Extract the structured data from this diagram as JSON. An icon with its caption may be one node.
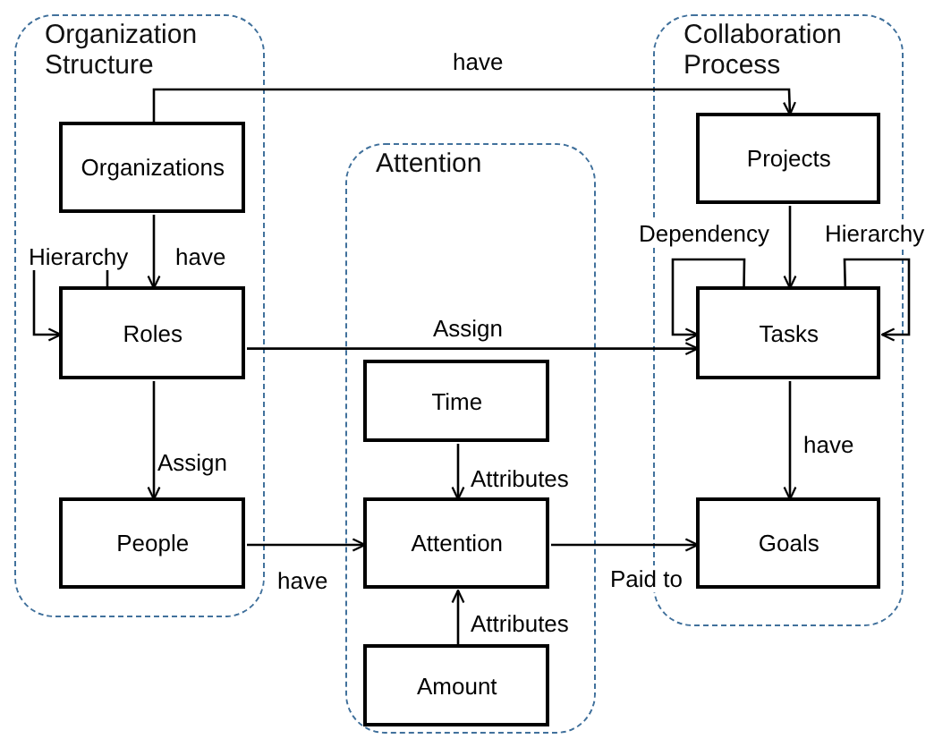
{
  "diagram": {
    "nodes": [
      {
        "text": [
          "Organization Structure"
        ]
      },
      {
        "text": [
          "Organizations"
        ],
        "in": 0
      },
      {
        "text": [
          "Roles"
        ],
        "in": 0
      },
      {
        "text": [
          "People"
        ],
        "in": 0
      },
      {
        "text": [
          "Attention"
        ]
      },
      {
        "text": [
          "Time"
        ],
        "in": 4
      },
      {
        "text": [
          "Attention"
        ],
        "in": 4
      },
      {
        "text": [
          "Amount"
        ],
        "in": 4
      },
      {
        "text": [
          "Collaboration Process"
        ]
      },
      {
        "text": [
          "Projects"
        ],
        "in": 8
      },
      {
        "text": [
          "Tasks"
        ],
        "in": 8
      },
      {
        "text": [
          "Goals"
        ],
        "in": 8
      }
    ],
    "edges": [
      {
        "from": 1,
        "to": 9,
        "label": "have",
        "arrow": "to"
      },
      {
        "from": 1,
        "to": 2,
        "label": "have",
        "arrow": "to"
      },
      {
        "from": 2,
        "to": 2,
        "label": "Hierarchy",
        "arrow": "to"
      },
      {
        "from": 2,
        "to": 10,
        "label": "Assign",
        "arrow": "to"
      },
      {
        "from": 2,
        "to": 3,
        "label": "Assign",
        "arrow": "to"
      },
      {
        "from": 3,
        "to": 6,
        "label": "have",
        "arrow": "to"
      },
      {
        "from": 5,
        "to": 6,
        "label": "Attributes",
        "arrow": "to"
      },
      {
        "from": 7,
        "to": 6,
        "label": "Attributes",
        "arrow": "to"
      },
      {
        "from": 6,
        "to": 11,
        "label": "Paid to",
        "arrow": "to"
      },
      {
        "from": 9,
        "to": 10,
        "arrow": "to"
      },
      {
        "from": 10,
        "to": 10,
        "label": "Dependency",
        "arrow": "to"
      },
      {
        "from": 10,
        "to": 10,
        "label": "Hierarchy",
        "arrow": "to"
      },
      {
        "from": 10,
        "to": 11,
        "label": "have",
        "arrow": "to"
      }
    ]
  }
}
